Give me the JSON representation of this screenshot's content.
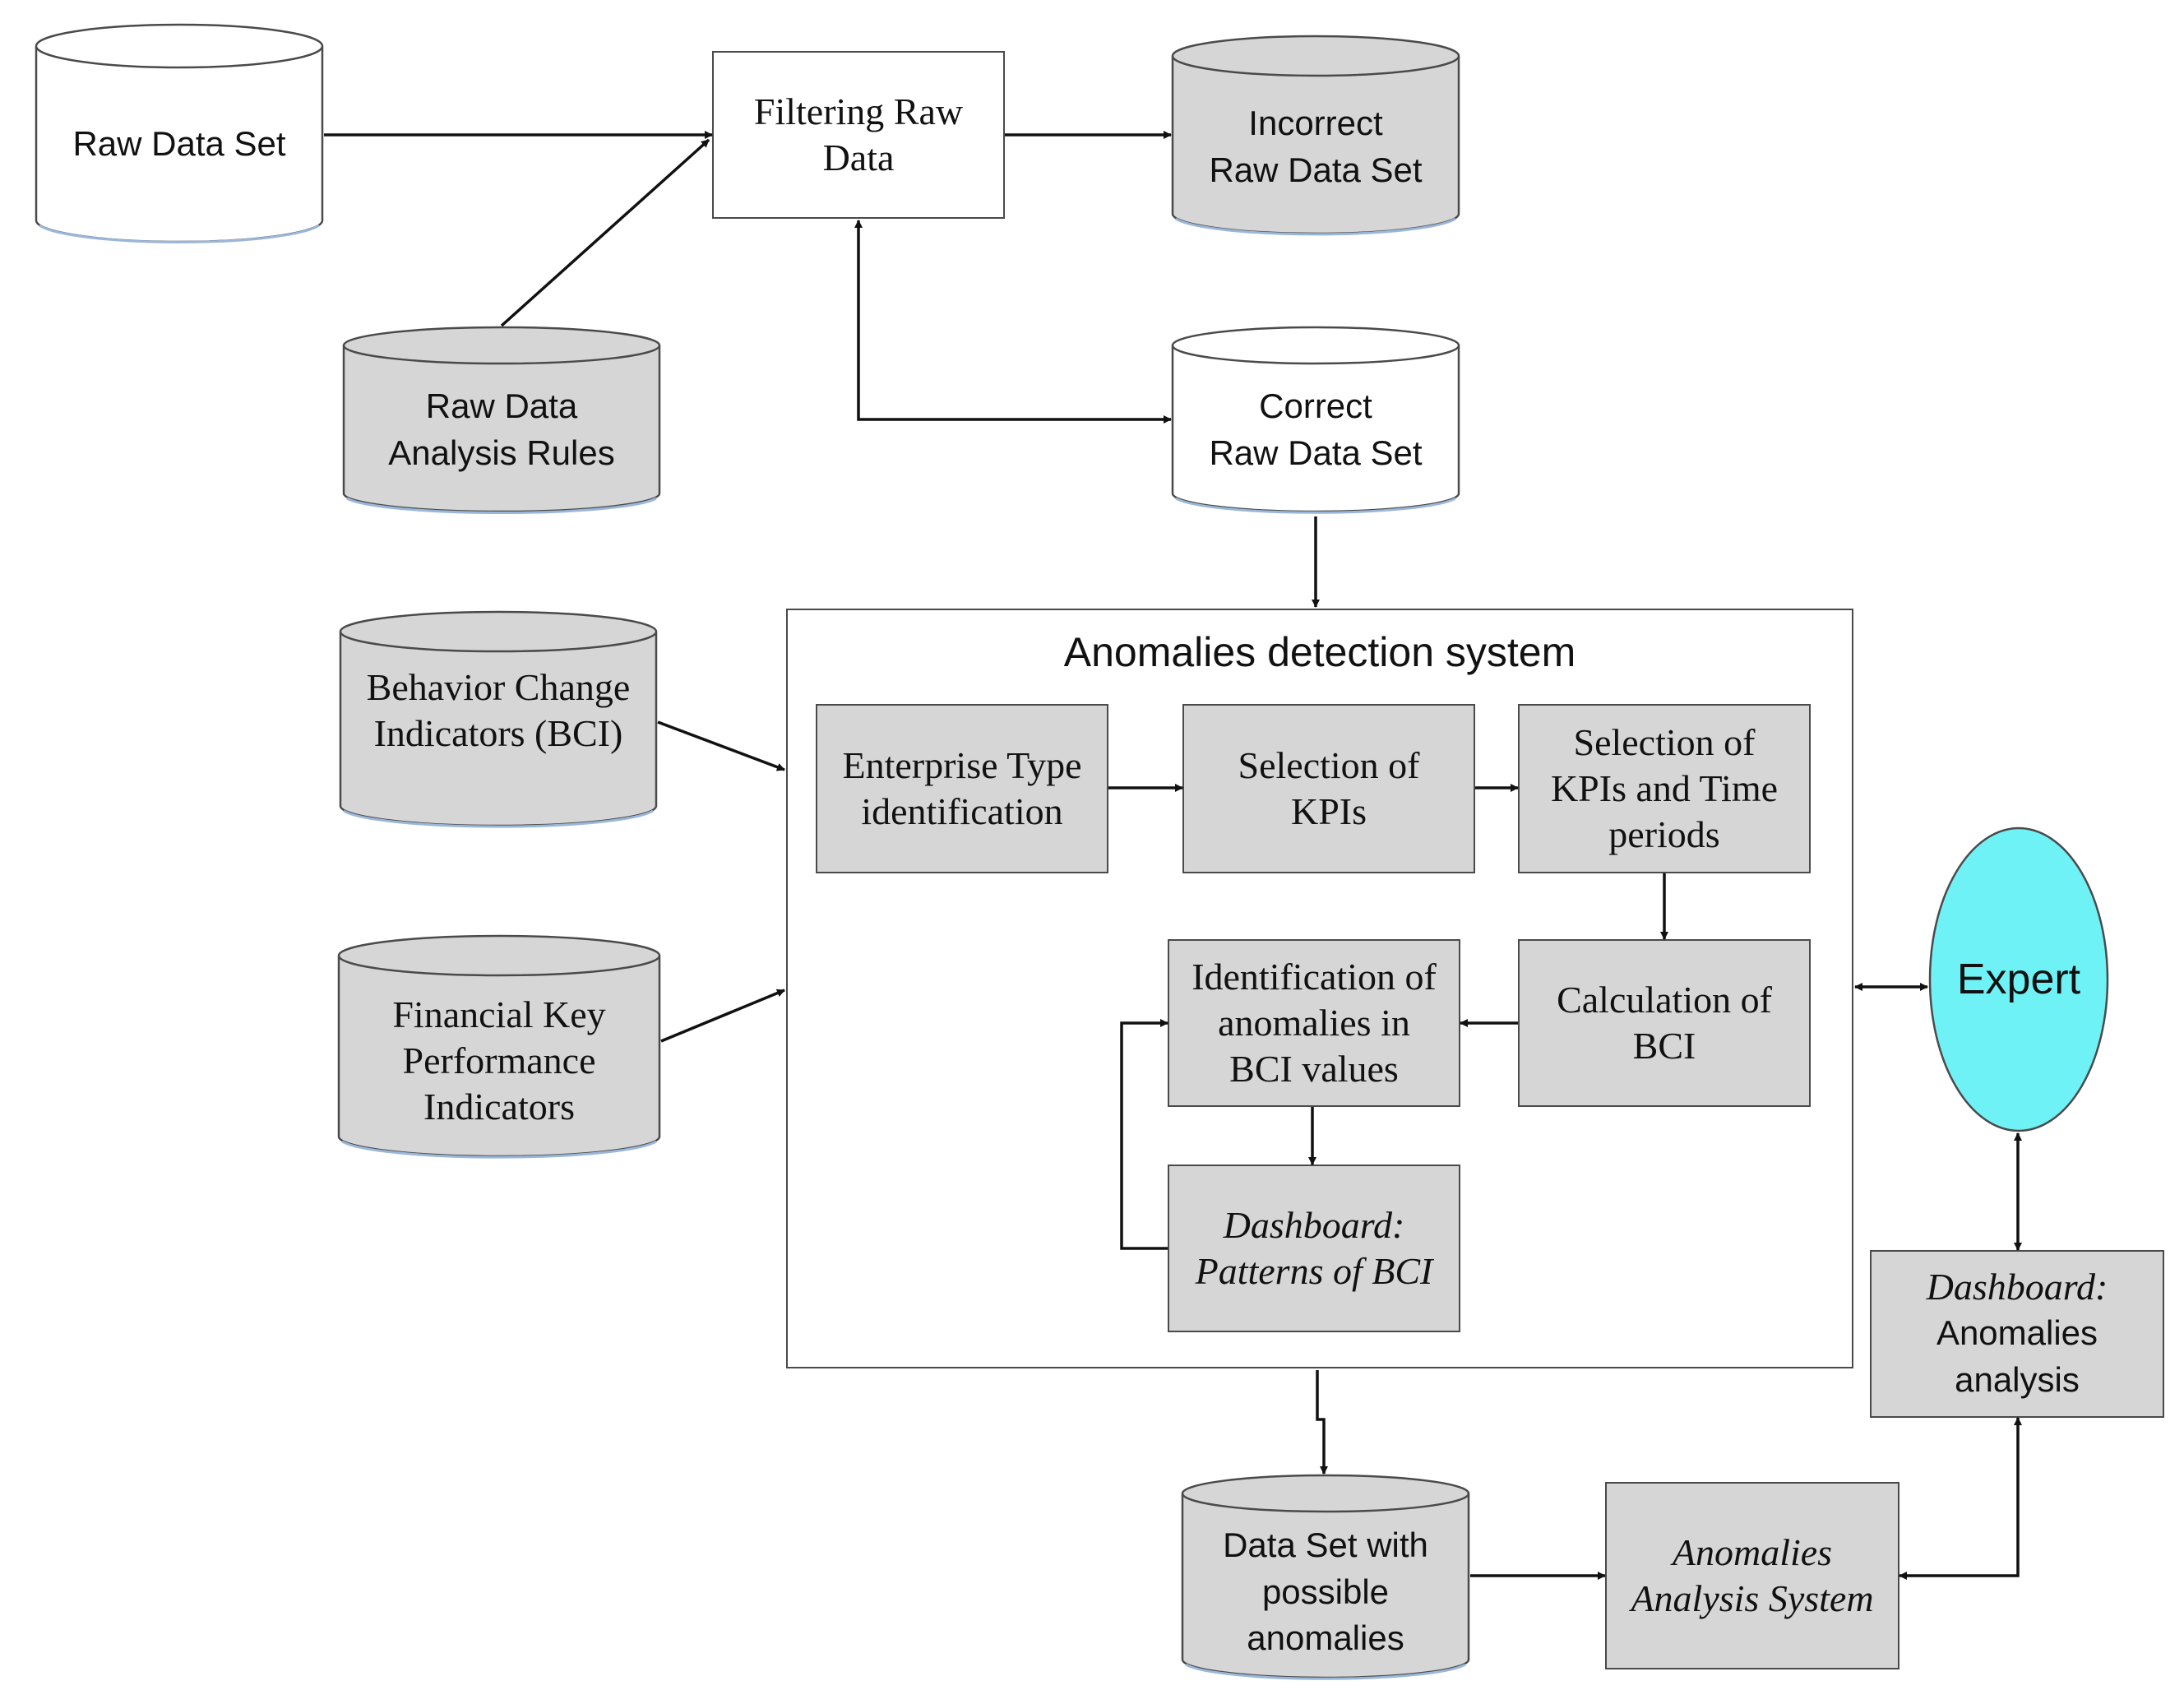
{
  "colors": {
    "process_fill": "#d6d6d6",
    "store_fill_gray": "#d6d6d6",
    "store_fill_white": "#ffffff",
    "expert_fill": "#6ff2f6",
    "line": "#111111"
  },
  "stores": {
    "raw_data_set": "Raw Data Set",
    "raw_data_analysis_rules": "Raw Data\nAnalysis Rules",
    "incorrect_raw_data_set": "Incorrect\nRaw Data Set",
    "correct_raw_data_set": "Correct\nRaw Data Set",
    "behavior_change_indicators": "Behavior Change\nIndicators (BCI)",
    "financial_kpi": "Financial Key\nPerformance\nIndicators",
    "data_set_possible_anomalies": "Data Set with\npossible\nanomalies"
  },
  "processes": {
    "filtering_raw_data": "Filtering Raw\nData",
    "enterprise_type_identification": "Enterprise Type\nidentification",
    "selection_of_kpis": "Selection of\nKPIs",
    "selection_kpis_time_periods": "Selection of\nKPIs and Time\nperiods",
    "calculation_of_bci": "Calculation of\nBCI",
    "identification_of_anomalies": "Identification of\nanomalies in\nBCI values",
    "dashboard_patterns_bci": "Dashboard:\nPatterns of BCI",
    "dashboard_anomalies_title": "Dashboard:",
    "dashboard_anomalies_body": "Anomalies\nanalysis",
    "anomalies_analysis_system": "Anomalies\nAnalysis System"
  },
  "system_title": "Anomalies detection system",
  "expert_label": "Expert"
}
